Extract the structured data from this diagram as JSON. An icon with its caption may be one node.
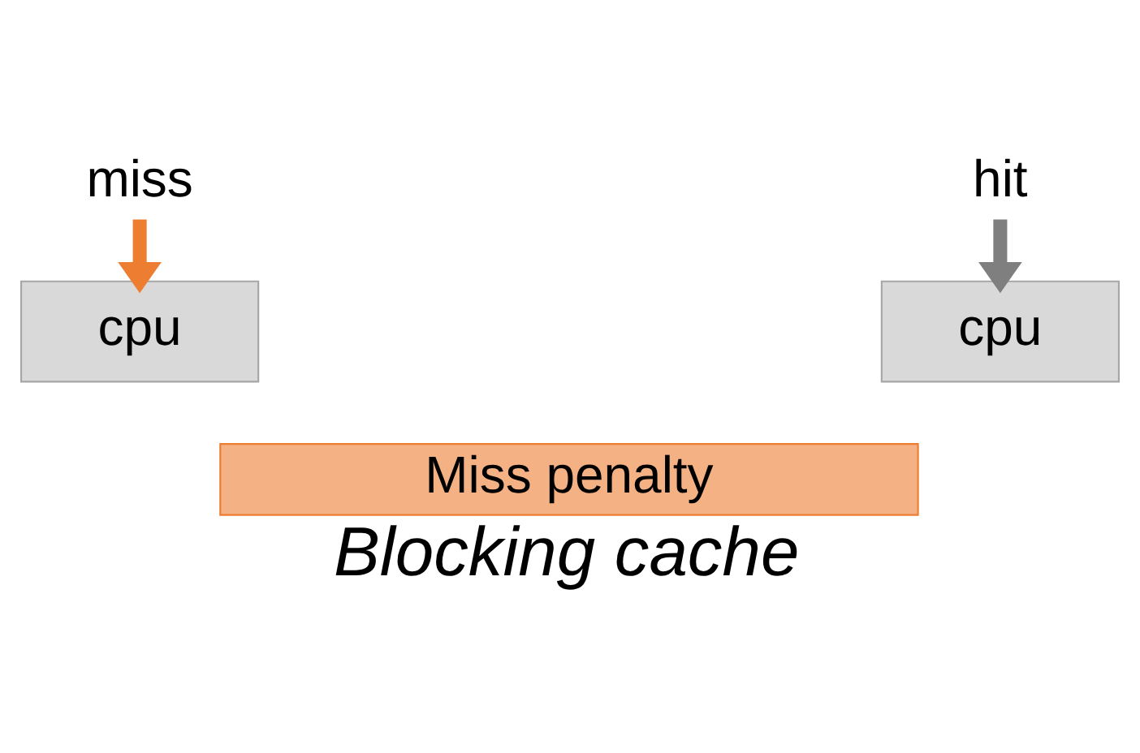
{
  "diagram": {
    "caption": "Blocking cache",
    "nodes": [
      {
        "text": [
          "miss"
        ]
      },
      {
        "text": [
          "cpu"
        ]
      },
      {
        "text": [
          "hit"
        ]
      },
      {
        "text": [
          "cpu"
        ]
      },
      {
        "text": [
          "Miss penalty"
        ]
      }
    ],
    "edges": [
      {
        "from": 0,
        "to": 1,
        "arrow": "to",
        "color": "#ed7d31"
      },
      {
        "from": 2,
        "to": 3,
        "arrow": "to",
        "color": "#7f7f7f"
      }
    ]
  }
}
